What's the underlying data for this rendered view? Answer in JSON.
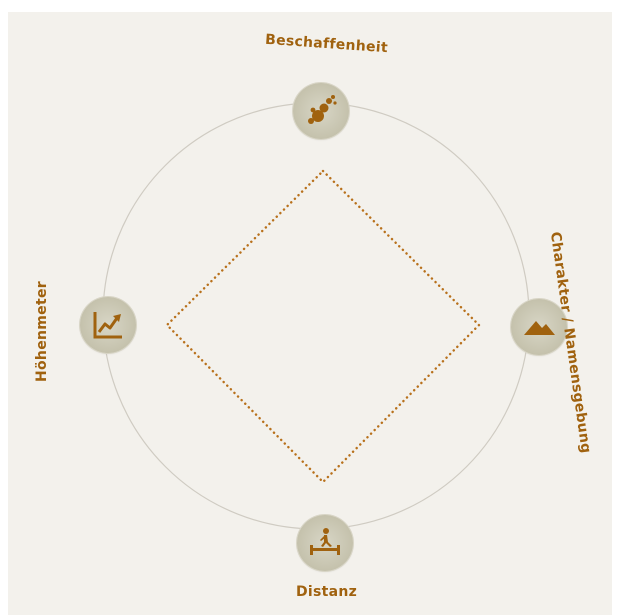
{
  "diagram": {
    "axes": [
      {
        "key": "top",
        "label": "Beschaffenheit",
        "icon": "rocks-icon"
      },
      {
        "key": "right",
        "label": "Charakter / Namensgebung",
        "icon": "mountain-icon"
      },
      {
        "key": "bottom",
        "label": "Distanz",
        "icon": "hiker-distance-icon"
      },
      {
        "key": "left",
        "label": "Höhenmeter",
        "icon": "elevation-chart-icon"
      }
    ],
    "colors": {
      "accent": "#a0620f",
      "circle": "#cfcbc2",
      "badge": "#c6c3ae",
      "background": "#f3f1ec"
    }
  }
}
